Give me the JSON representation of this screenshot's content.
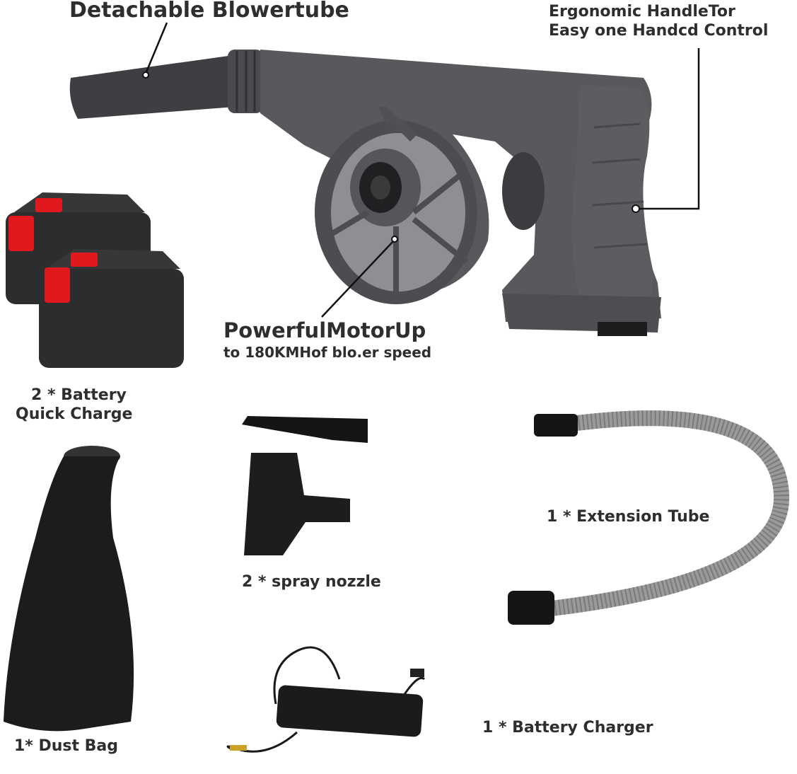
{
  "callouts": {
    "blowertube": "Detachable Blowertube",
    "handle_line1": "Ergonomic HandleTor",
    "handle_line2": "Easy one Handcd Control",
    "motor_line1": "PowerfulMotorUp",
    "motor_line2": "to 180KMHof blo.er speed"
  },
  "accessories": {
    "battery_line1": "2 * Battery",
    "battery_line2": "Quick Charge",
    "nozzle": "2 * spray nozzle",
    "extension_tube": "1 * Extension Tube",
    "dust_bag": "1* Dust Bag",
    "charger": "1 * Battery Charger"
  },
  "colors": {
    "body": "#5a5b5e",
    "body_dark": "#3d3e41",
    "panel": "#8e8f92",
    "battery": "#2c2d2f",
    "battery_latch": "#e0191e",
    "hose": "#9a9a9a",
    "text": "#2e2e2e"
  }
}
